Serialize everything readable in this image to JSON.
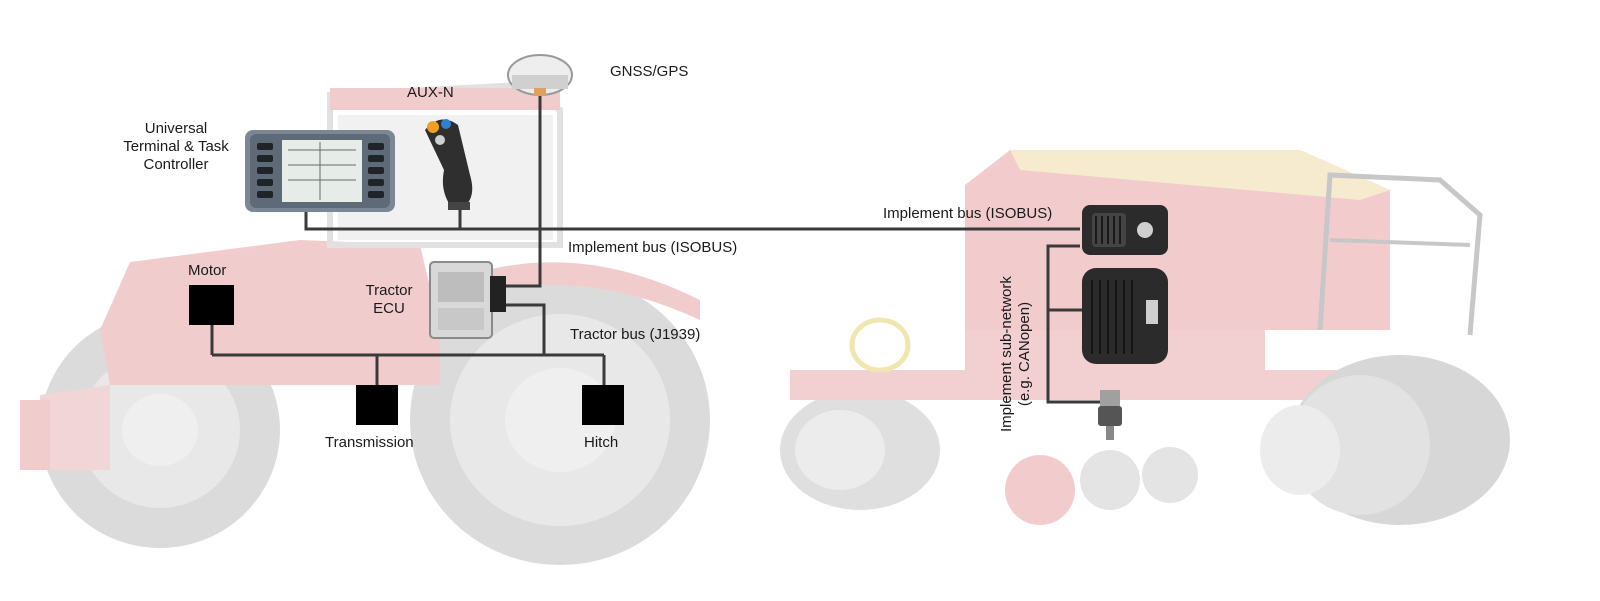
{
  "labels": {
    "gnss": "GNSS/GPS",
    "auxn": "AUX-N",
    "ut_line1": "Universal",
    "ut_line2": "Terminal &  Task",
    "ut_line3": "Controller",
    "implement_bus_tractor": "Implement bus (ISOBUS)",
    "implement_bus_implement": "Implement bus (ISOBUS)",
    "tractor_ecu_line1": "Tractor",
    "tractor_ecu_line2": "ECU",
    "tractor_bus": "Tractor bus (J1939)",
    "motor": "Motor",
    "transmission": "Transmission",
    "hitch": "Hitch",
    "subnet_line1": "Implement sub-network",
    "subnet_line2": "(e.g. CANopen)"
  },
  "colors": {
    "bus_line": "#3a3a3a",
    "node_fill": "#000000",
    "machine_body": "#e8a8aa",
    "tire": "#cfcfcf",
    "cab_glass": "#d9d9d9"
  },
  "icons": [
    "gps-antenna-icon",
    "joystick-icon",
    "terminal-icon",
    "ecu-icon",
    "implement-ecu-icon",
    "sensor-icon"
  ]
}
